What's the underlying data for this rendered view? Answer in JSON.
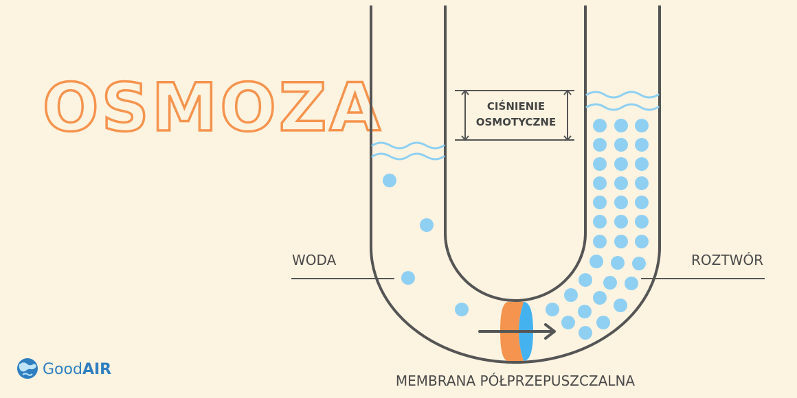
{
  "title": "OSMOZA",
  "labels": {
    "water": "WODA",
    "solution": "ROZTWÓR",
    "membrane": "MEMBRANA PÓŁPRZEPUSZCZALNA",
    "pressure_line1": "CIŚNIENIE",
    "pressure_line2": "OSMOTYCZNE"
  },
  "logo": {
    "part1": "Good",
    "part2": "AIR",
    "icon": "globe-icon"
  },
  "colors": {
    "background": "#fdf3e1",
    "title": "#f5944e",
    "tube": "#555555",
    "water": "#8fd0f2",
    "particle": "#8fd0f2",
    "membrane_orange": "#f5944e",
    "membrane_blue": "#45b2f0",
    "logo": "#2f7fc0"
  }
}
